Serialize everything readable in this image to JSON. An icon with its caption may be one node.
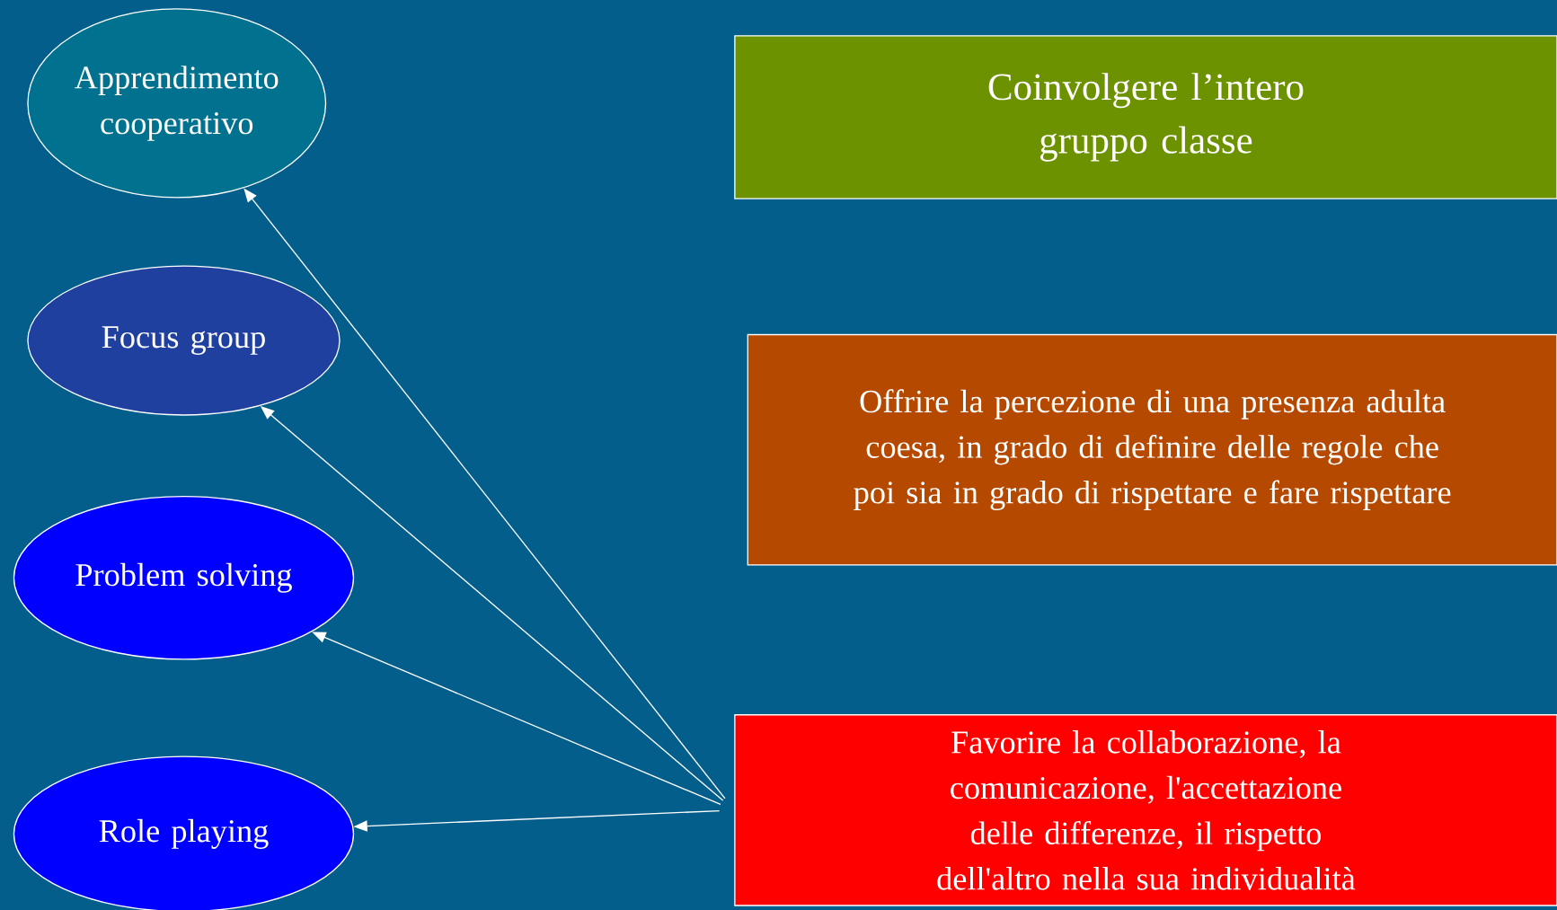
{
  "diagram": {
    "nodes": [
      {
        "text": [
          "Apprendimento cooperativo"
        ]
      },
      {
        "text": [
          "Focus group"
        ]
      },
      {
        "text": [
          "Problem solving"
        ]
      },
      {
        "text": [
          "Role playing"
        ]
      },
      {
        "text": [
          "Coinvolgere l’intero gruppo classe"
        ]
      },
      {
        "text": [
          "Offrire la percezione di una presenza adulta coesa, in grado di definire delle regole che poi sia in grado di rispettare e fare rispettare"
        ]
      },
      {
        "text": [
          "Favorire la collaborazione, la comunicazione, l'accettazione delle differenze, il rispetto dell'altro nella sua individualità"
        ]
      }
    ],
    "edges": [
      {
        "from": 6,
        "to": 0,
        "arrow": "to"
      },
      {
        "from": 6,
        "to": 1,
        "arrow": "to"
      },
      {
        "from": 6,
        "to": 2,
        "arrow": "to"
      },
      {
        "from": 6,
        "to": 3,
        "arrow": "to"
      }
    ]
  }
}
